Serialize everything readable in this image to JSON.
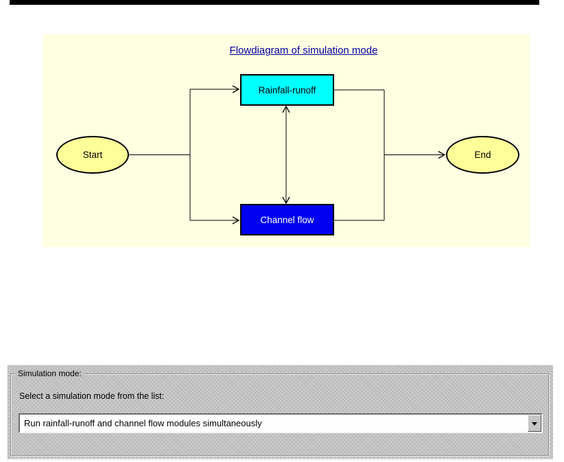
{
  "diagram": {
    "title": "Flowdiagram of simulation mode",
    "title_color": "#0000A0",
    "background": "#FFFFE1",
    "nodes": {
      "start": {
        "label": "Start",
        "fill": "#FFFF99",
        "shape": "ellipse"
      },
      "end": {
        "label": "End",
        "fill": "#FFFF99",
        "shape": "ellipse"
      },
      "rainfall": {
        "label": "Rainfall-runoff",
        "fill": "#00FFFF",
        "text_color": "#000000",
        "shape": "box"
      },
      "channel": {
        "label": "Channel flow",
        "fill": "#0000F0",
        "text_color": "#FFFFFF",
        "shape": "box"
      }
    },
    "flow": "Start -> (Rainfall-runoff | Channel flow, bidirectional link between them) -> End"
  },
  "simulation_panel": {
    "group_label": "Simulation mode:",
    "select_label": "Select a simulation mode from the list:",
    "dropdown": {
      "value": "Run rainfall-runoff and channel flow modules simultaneously"
    },
    "panel_color": "#C2C2C2"
  }
}
